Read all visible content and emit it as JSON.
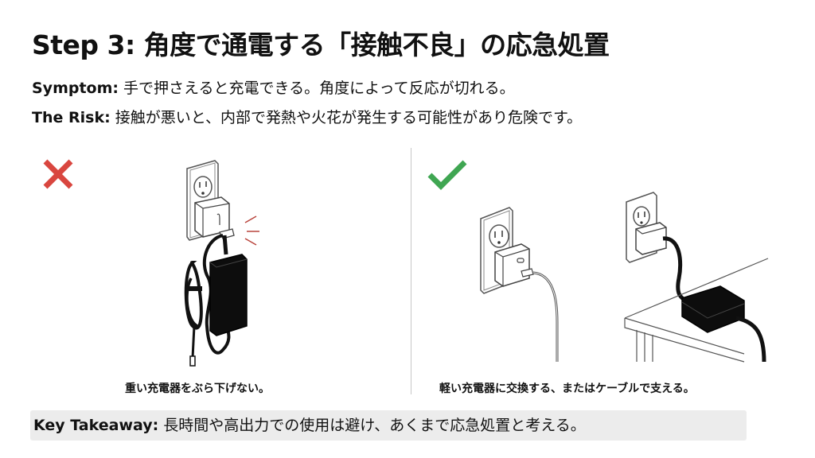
{
  "title": "Step 3: 角度で通電する「接触不良」の応急処置",
  "symptom": {
    "label": "Symptom:",
    "text": " 手で押さえると充電できる。角度によって反応が切れる。"
  },
  "risk": {
    "label": "The Risk:",
    "text": " 接触が悪いと、内部で発熱や火花が発生する可能性があり危険です。"
  },
  "panels": {
    "bad": {
      "icon": "cross-icon",
      "color": "#d9463f",
      "caption": "重い充電器をぶら下げない。"
    },
    "good": {
      "icon": "check-icon",
      "color": "#3fa652",
      "caption": "軽い充電器に交換する、またはケーブルで支える。"
    }
  },
  "takeaway": {
    "label": "Key Takeaway:",
    "text": " 長時間や高出力での使用は避け、あくまで応急処置と考える。"
  }
}
